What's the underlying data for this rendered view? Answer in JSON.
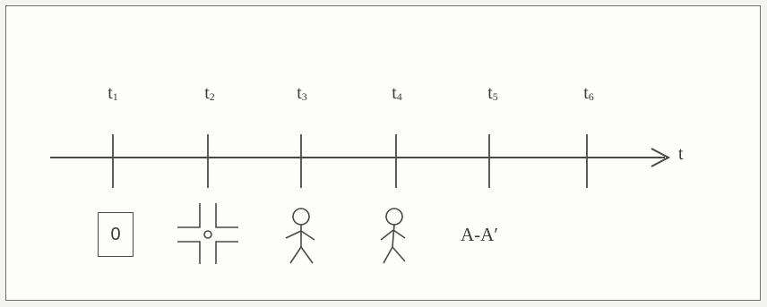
{
  "timeline": {
    "axis_label": "t",
    "ticks": [
      {
        "main": "t",
        "sub": "1"
      },
      {
        "main": "t",
        "sub": "2"
      },
      {
        "main": "t",
        "sub": "3"
      },
      {
        "main": "t",
        "sub": "4"
      },
      {
        "main": "t",
        "sub": "5"
      },
      {
        "main": "t",
        "sub": "6"
      }
    ]
  },
  "icons": {
    "box_label": "0",
    "intersection": "intersection-icon",
    "person_1": "stick-figure-icon",
    "person_2": "stick-figure-icon",
    "pair_text": "A-A′"
  },
  "colors": {
    "line": "#4a4a4a",
    "text": "#3a3a3a"
  }
}
